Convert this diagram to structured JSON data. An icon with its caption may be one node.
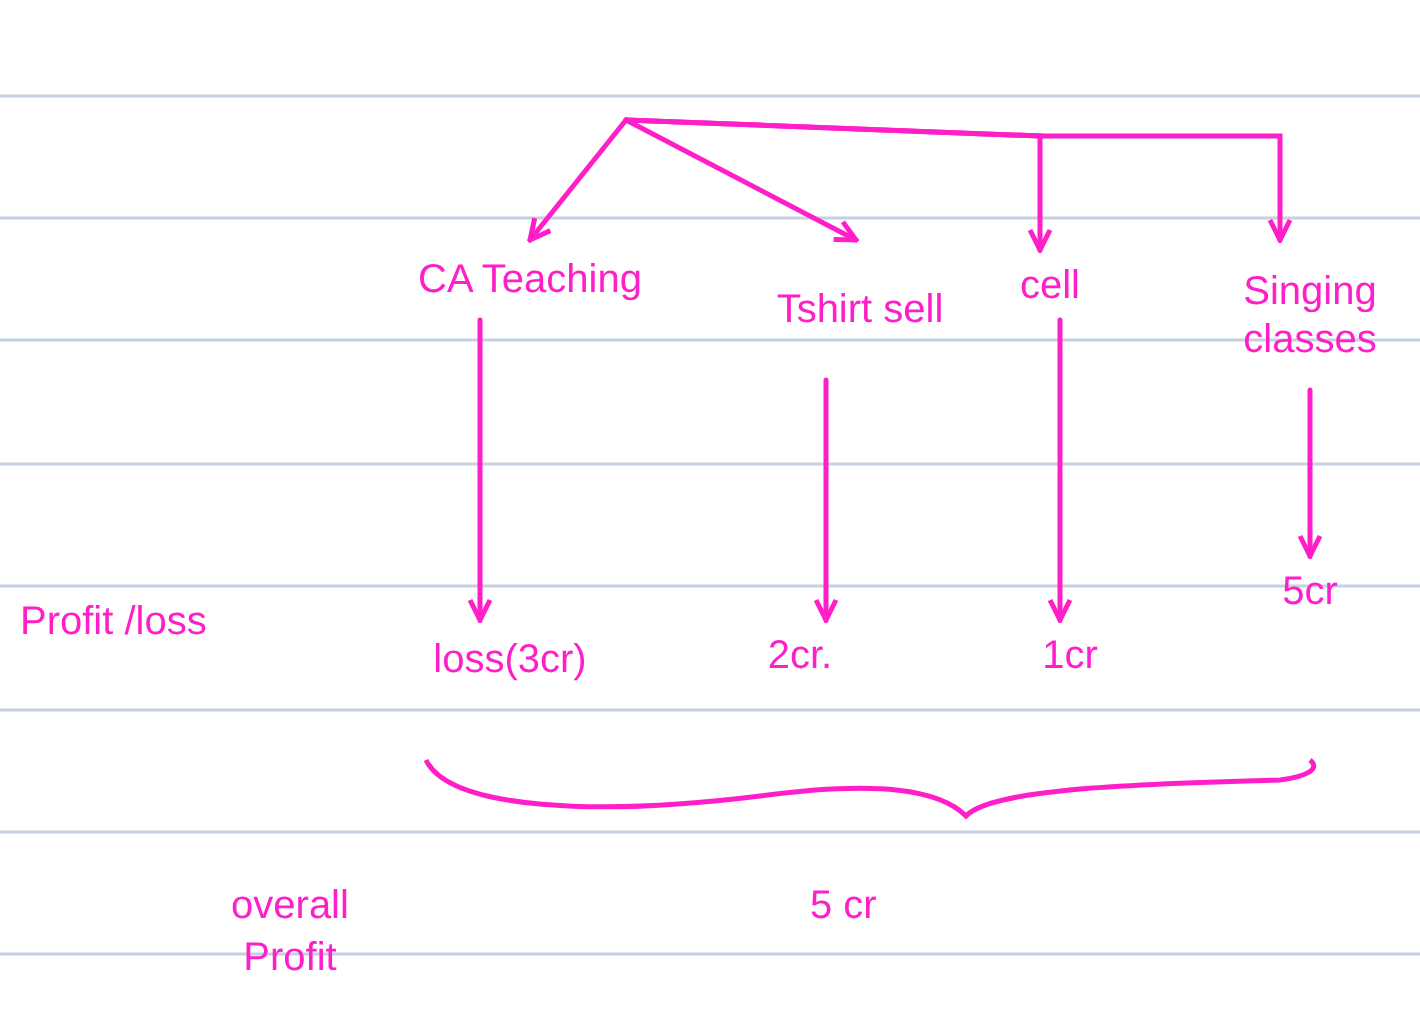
{
  "diagram": {
    "nodes": [
      {
        "text": [
          "CA Teaching"
        ]
      },
      {
        "text": [
          "Tshirt sell"
        ]
      },
      {
        "text": [
          "cell"
        ]
      },
      {
        "text": [
          "Singing classes"
        ]
      },
      {
        "text": [
          "loss(3cr)"
        ]
      },
      {
        "text": [
          "2cr."
        ]
      },
      {
        "text": [
          "1cr"
        ]
      },
      {
        "text": [
          "5cr"
        ]
      }
    ],
    "edges": [
      {
        "from": null,
        "to": 0,
        "arrow": "to"
      },
      {
        "from": null,
        "to": 1,
        "arrow": "to"
      },
      {
        "from": null,
        "to": 2,
        "arrow": "to"
      },
      {
        "from": null,
        "to": 3,
        "arrow": "to"
      },
      {
        "from": 0,
        "to": 4,
        "arrow": "to"
      },
      {
        "from": 1,
        "to": 5,
        "arrow": "to"
      },
      {
        "from": 2,
        "to": 6,
        "arrow": "to"
      },
      {
        "from": 3,
        "to": 7,
        "arrow": "to"
      }
    ],
    "labels": [
      "Profit /loss",
      "overall Profit",
      "5 cr"
    ]
  }
}
